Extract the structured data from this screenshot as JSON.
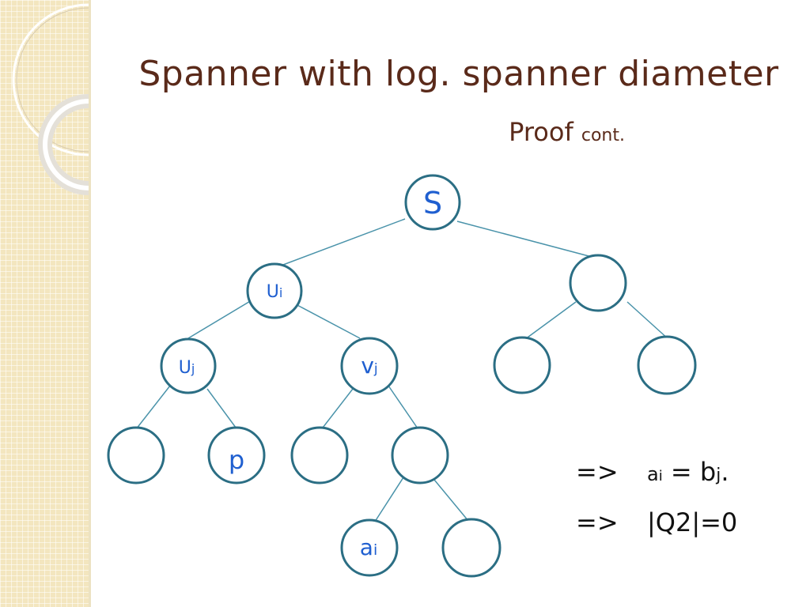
{
  "slide": {
    "title": "Spanner with log. spanner diameter",
    "subtitle_main": "Proof",
    "subtitle_small": "cont."
  },
  "tree": {
    "root": {
      "label": "S"
    },
    "node_ui": {
      "label": "U",
      "sub": "i"
    },
    "node_uj": {
      "label": "U",
      "sub": "j"
    },
    "node_vj": {
      "label": "v",
      "sub": "j"
    },
    "node_p": {
      "label": "p"
    },
    "node_ai": {
      "label": "a",
      "sub": "i"
    }
  },
  "conclusions": [
    {
      "arrow": "=>",
      "parts": [
        "a",
        "i",
        " = b",
        "j",
        "."
      ]
    },
    {
      "arrow": "=>",
      "text": "|Q2|=0"
    }
  ],
  "colors": {
    "title": "#5a2a1a",
    "node_stroke": "#2b6e84",
    "edge": "#4a93aa",
    "label": "#1f5fd0",
    "sidebar": "#f3e6bf"
  }
}
